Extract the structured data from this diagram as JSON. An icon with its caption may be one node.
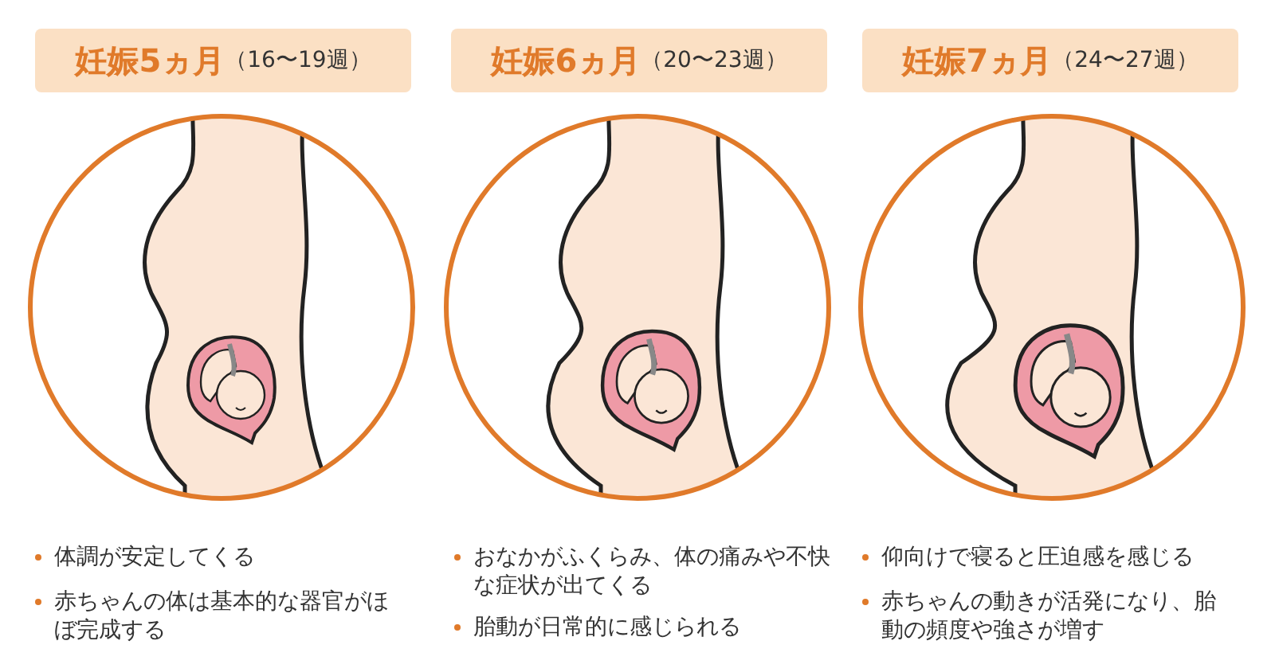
{
  "diagram": {
    "nodes": [
      {
        "text": [
          "妊娠5ヵ月",
          "（16〜19週）"
        ]
      },
      {
        "text": [
          "妊娠6ヵ月",
          "（20〜23週）"
        ]
      },
      {
        "text": [
          "妊娠7ヵ月",
          "（24〜27週）"
        ]
      },
      {
        "text": [],
        "shape": "picture"
      },
      {
        "text": [],
        "shape": "picture"
      },
      {
        "text": [],
        "shape": "picture"
      }
    ],
    "labels": [
      "体調が安定してくる",
      "赤ちゃんの体は基本的な器官がほぼ完成する",
      "おなかがふくらみ、体の痛みや不快な症状が出てくる",
      "胎動が日常的に感じられる",
      "仰向けで寝ると圧迫感を感じる",
      "赤ちゃんの動きが活発になり、胎動の頻度や強さが増す"
    ]
  }
}
